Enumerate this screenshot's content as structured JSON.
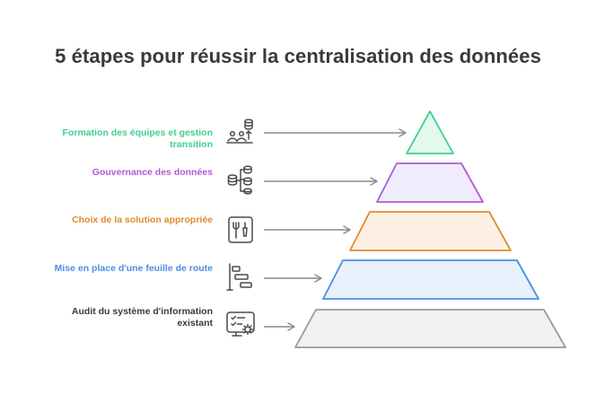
{
  "title": "5 étapes pour réussir la centralisation des données",
  "steps": [
    {
      "label": "Formation des équipes et gestion transition",
      "label_line1": "Formation des équipes et gestion",
      "label_line2": "transition",
      "icon": "team-training-icon",
      "color": "#3ecf8e",
      "fill": "#e4f8ee"
    },
    {
      "label": "Gouvernance des données",
      "icon": "data-governance-icon",
      "color": "#b05ad8",
      "fill": "#efecfb"
    },
    {
      "label": "Choix de la solution appropriée",
      "icon": "tool-selection-icon",
      "color": "#e08a2e",
      "fill": "#fdf0e2"
    },
    {
      "label": "Mise en place d'une feuille de route",
      "icon": "roadmap-icon",
      "color": "#4a8ee8",
      "fill": "#e8f1fc"
    },
    {
      "label": "Audit du système d'information existant",
      "label_line1": "Audit du système d'information",
      "label_line2": "existant",
      "icon": "system-audit-icon",
      "color": "#3a3a3a",
      "fill": "#f1f1f1"
    }
  ]
}
